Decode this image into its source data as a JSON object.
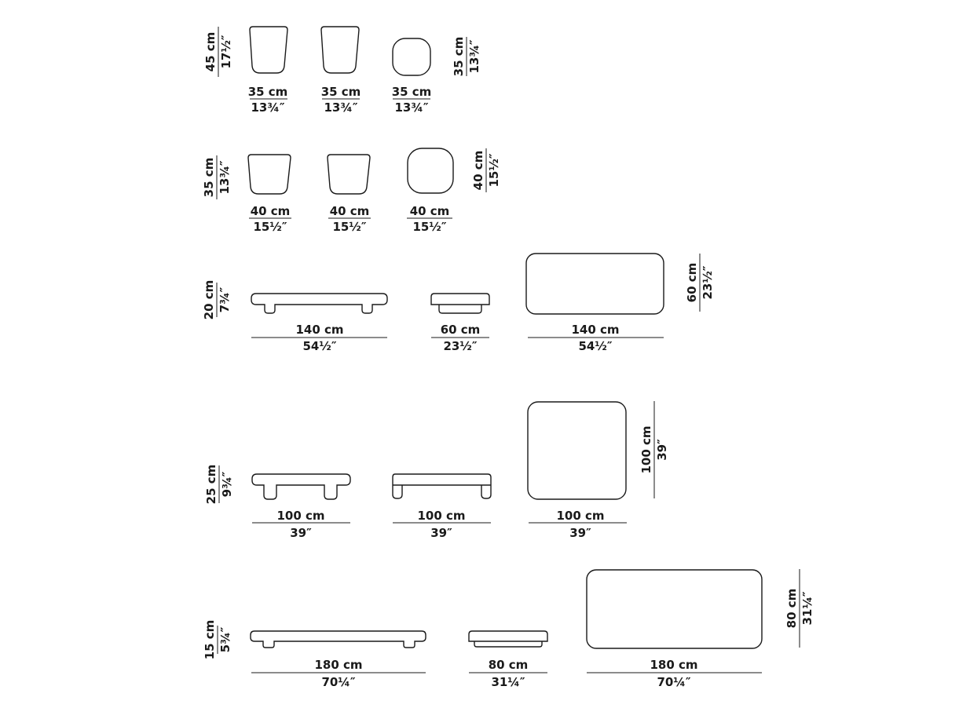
{
  "rows": [
    {
      "height": {
        "cm": "45 cm",
        "in": "17½″"
      },
      "items": [
        {
          "view": "elevation",
          "width": {
            "cm": "35 cm",
            "in": "13¾″"
          }
        },
        {
          "view": "elevation",
          "width": {
            "cm": "35 cm",
            "in": "13¾″"
          }
        },
        {
          "view": "plan",
          "width": {
            "cm": "35 cm",
            "in": "13¾″"
          },
          "depth": {
            "cm": "35 cm",
            "in": "13¾″"
          }
        }
      ]
    },
    {
      "height": {
        "cm": "35 cm",
        "in": "13¾″"
      },
      "items": [
        {
          "view": "elevation",
          "width": {
            "cm": "40 cm",
            "in": "15½″"
          }
        },
        {
          "view": "elevation",
          "width": {
            "cm": "40 cm",
            "in": "15½″"
          }
        },
        {
          "view": "plan",
          "width": {
            "cm": "40 cm",
            "in": "15½″"
          },
          "depth": {
            "cm": "40 cm",
            "in": "15½″"
          }
        }
      ]
    },
    {
      "height": {
        "cm": "20 cm",
        "in": "7¾″"
      },
      "items": [
        {
          "view": "elevation",
          "width": {
            "cm": "140 cm",
            "in": "54½″"
          }
        },
        {
          "view": "elevation",
          "width": {
            "cm": "60 cm",
            "in": "23½″"
          }
        },
        {
          "view": "plan",
          "width": {
            "cm": "140 cm",
            "in": "54½″"
          },
          "depth": {
            "cm": "60 cm",
            "in": "23½″"
          }
        }
      ]
    },
    {
      "height": {
        "cm": "25 cm",
        "in": "9¾″"
      },
      "items": [
        {
          "view": "elevation",
          "width": {
            "cm": "100 cm",
            "in": "39″"
          }
        },
        {
          "view": "elevation",
          "width": {
            "cm": "100 cm",
            "in": "39″"
          }
        },
        {
          "view": "plan",
          "width": {
            "cm": "100 cm",
            "in": "39″"
          },
          "depth": {
            "cm": "100 cm",
            "in": "39″"
          }
        }
      ]
    },
    {
      "height": {
        "cm": "15 cm",
        "in": "5¾″"
      },
      "items": [
        {
          "view": "elevation",
          "width": {
            "cm": "180 cm",
            "in": "70¼″"
          }
        },
        {
          "view": "elevation",
          "width": {
            "cm": "80 cm",
            "in": "31¼″"
          }
        },
        {
          "view": "plan",
          "width": {
            "cm": "180 cm",
            "in": "70¼″"
          },
          "depth": {
            "cm": "80 cm",
            "in": "31¼″"
          }
        }
      ]
    }
  ],
  "colors": {
    "line": "#1a1a1a",
    "background": "#ffffff"
  }
}
